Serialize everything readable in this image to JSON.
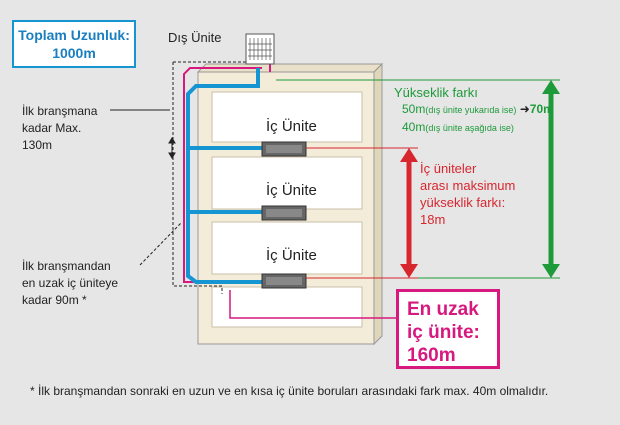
{
  "total_length_box": {
    "line1": "Toplam Uzunluk:",
    "line2": "1000m"
  },
  "outdoor_unit_label": "Dış Ünite",
  "indoor_unit_labels": [
    "İç Ünite",
    "İç Ünite",
    "İç Ünite"
  ],
  "first_branch_note": {
    "line1": "İlk branşmana",
    "line2": "kadar Max.",
    "line3": "130m"
  },
  "farthest_from_branch_note": {
    "line1": "İlk branşmandan",
    "line2": "en uzak iç üniteye",
    "line3": "kadar 90m *"
  },
  "height_difference": {
    "title": "Yükseklik farkı",
    "line1_main": "50m",
    "line1_small": "(dış ünite yukarıda ise)",
    "line1_arrow": "➜",
    "line1_value": "70m",
    "line2_main": "40m",
    "line2_small": "(dış ünite aşağıda ise)"
  },
  "indoor_height_diff": {
    "line1": "İç üniteler",
    "line2": "arası maksimum",
    "line3": "yükseklik farkı:",
    "line4": "18m"
  },
  "farthest_unit_box": {
    "line1": "En uzak",
    "line2": "iç ünite:",
    "line3": "160m"
  },
  "footnote": "* İlk branşmandan sonraki en uzun ve en kısa iç ünite boruları arasındaki fark max. 40m olmalıdır.",
  "colors": {
    "pipe_blue": "#1596d3",
    "magenta": "#d7197f",
    "green": "#1d9a3a",
    "red": "#d8262f",
    "building": "#f3ecd9"
  }
}
